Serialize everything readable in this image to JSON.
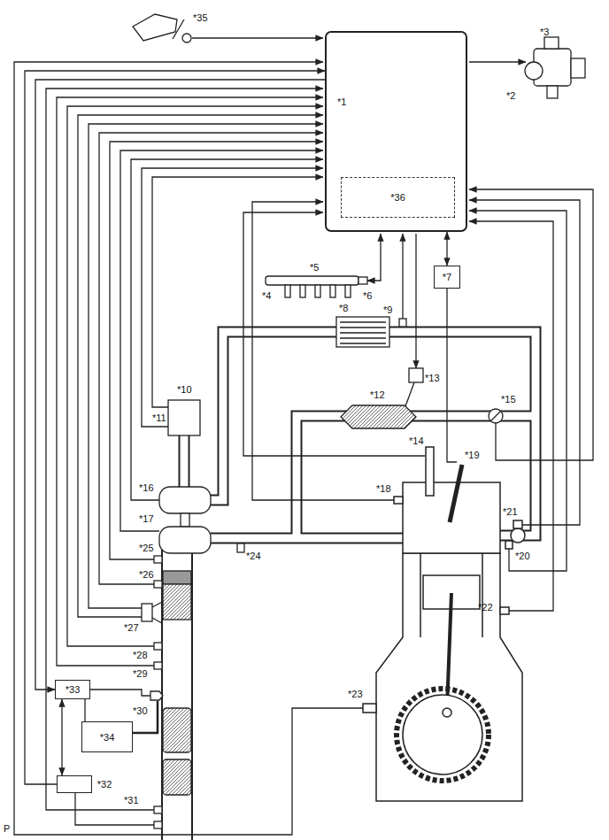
{
  "diagram": {
    "nodes": [
      {
        "text": [
          "*1"
        ]
      },
      {
        "text": [
          "*36"
        ],
        "in": 0
      },
      {
        "text": [
          "*7"
        ]
      },
      {
        "text": [
          "*33"
        ]
      },
      {
        "text": [
          "*34"
        ]
      },
      {
        "text": [
          "*32"
        ]
      }
    ],
    "edges": [
      {
        "from": 0,
        "to": 2,
        "arrow": "both"
      },
      {
        "from": 0,
        "to": 3,
        "arrow": "to"
      },
      {
        "from": 3,
        "to": 4,
        "arrow": "none"
      },
      {
        "from": 3,
        "to": 5,
        "arrow": "both"
      },
      {
        "from": 5,
        "to": 0,
        "arrow": "to"
      }
    ],
    "labels": [
      "*35",
      "*3",
      "*2",
      "*5",
      "*4",
      "*6",
      "*8",
      "*9",
      "*10",
      "*11",
      "*12",
      "*13",
      "*14",
      "*15",
      "*19",
      "*18",
      "*16",
      "*21",
      "*17",
      "*24",
      "*25",
      "*20",
      "*26",
      "*22",
      "*27",
      "*23",
      "*28",
      "*29",
      "*30",
      "*31",
      "P"
    ]
  }
}
